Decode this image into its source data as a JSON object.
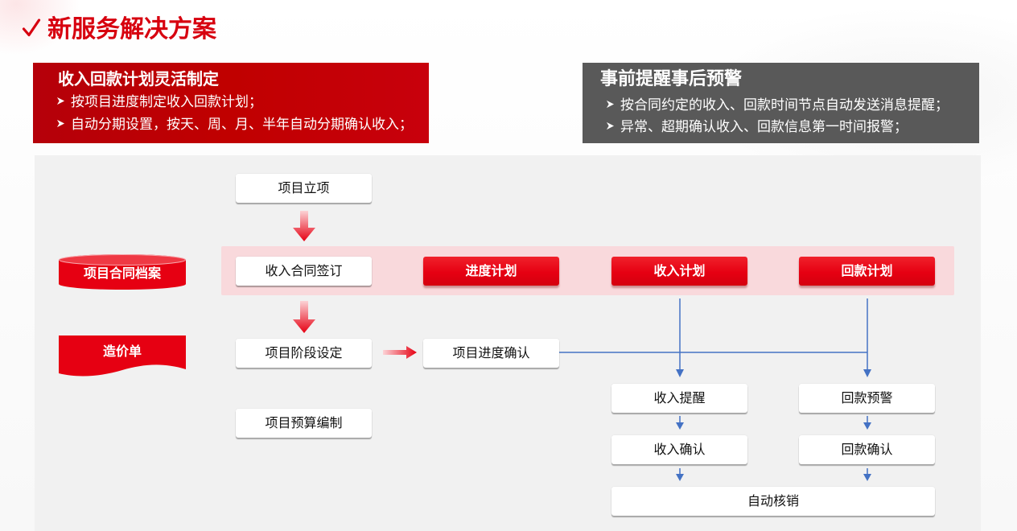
{
  "header": {
    "icon": "checkmark-icon",
    "title": "新服务解决方案"
  },
  "bullet_icon": "arrowhead-bullet-icon",
  "panels": {
    "plan": {
      "title": "收入回款计划灵活制定",
      "bullets": [
        "按项目进度制定收入回款计划；",
        "自动分期设置，按天、周、月、半年自动分期确认收入；"
      ]
    },
    "alert": {
      "title": "事前提醒事后预警",
      "bullets": [
        "按合同约定的收入、回款时间节点自动发送消息提醒；",
        "异常、超期确认收入、回款信息第一时间报警；"
      ]
    }
  },
  "flow": {
    "project_initiation": "项目立项",
    "contract_archive": "项目合同档案",
    "contract_signing": "收入合同签订",
    "progress_plan": "进度计划",
    "income_plan": "收入计划",
    "payment_plan": "回款计划",
    "cost_sheet": "造价单",
    "stage_setting": "项目阶段设定",
    "progress_confirm": "项目进度确认",
    "income_reminder": "收入提醒",
    "payment_warning": "回款预警",
    "income_confirm": "收入确认",
    "payment_confirm": "回款确认",
    "budget": "项目预算编制",
    "auto_writeoff": "自动核销"
  },
  "colors": {
    "brand_red": "#e60012",
    "title_red": "#d7000f",
    "panel_red": "#c00000",
    "panel_grey": "#595959",
    "band_pink": "#f9d9dc",
    "connector_blue": "#4472c4",
    "canvas_grey": "#f1f1f1"
  }
}
